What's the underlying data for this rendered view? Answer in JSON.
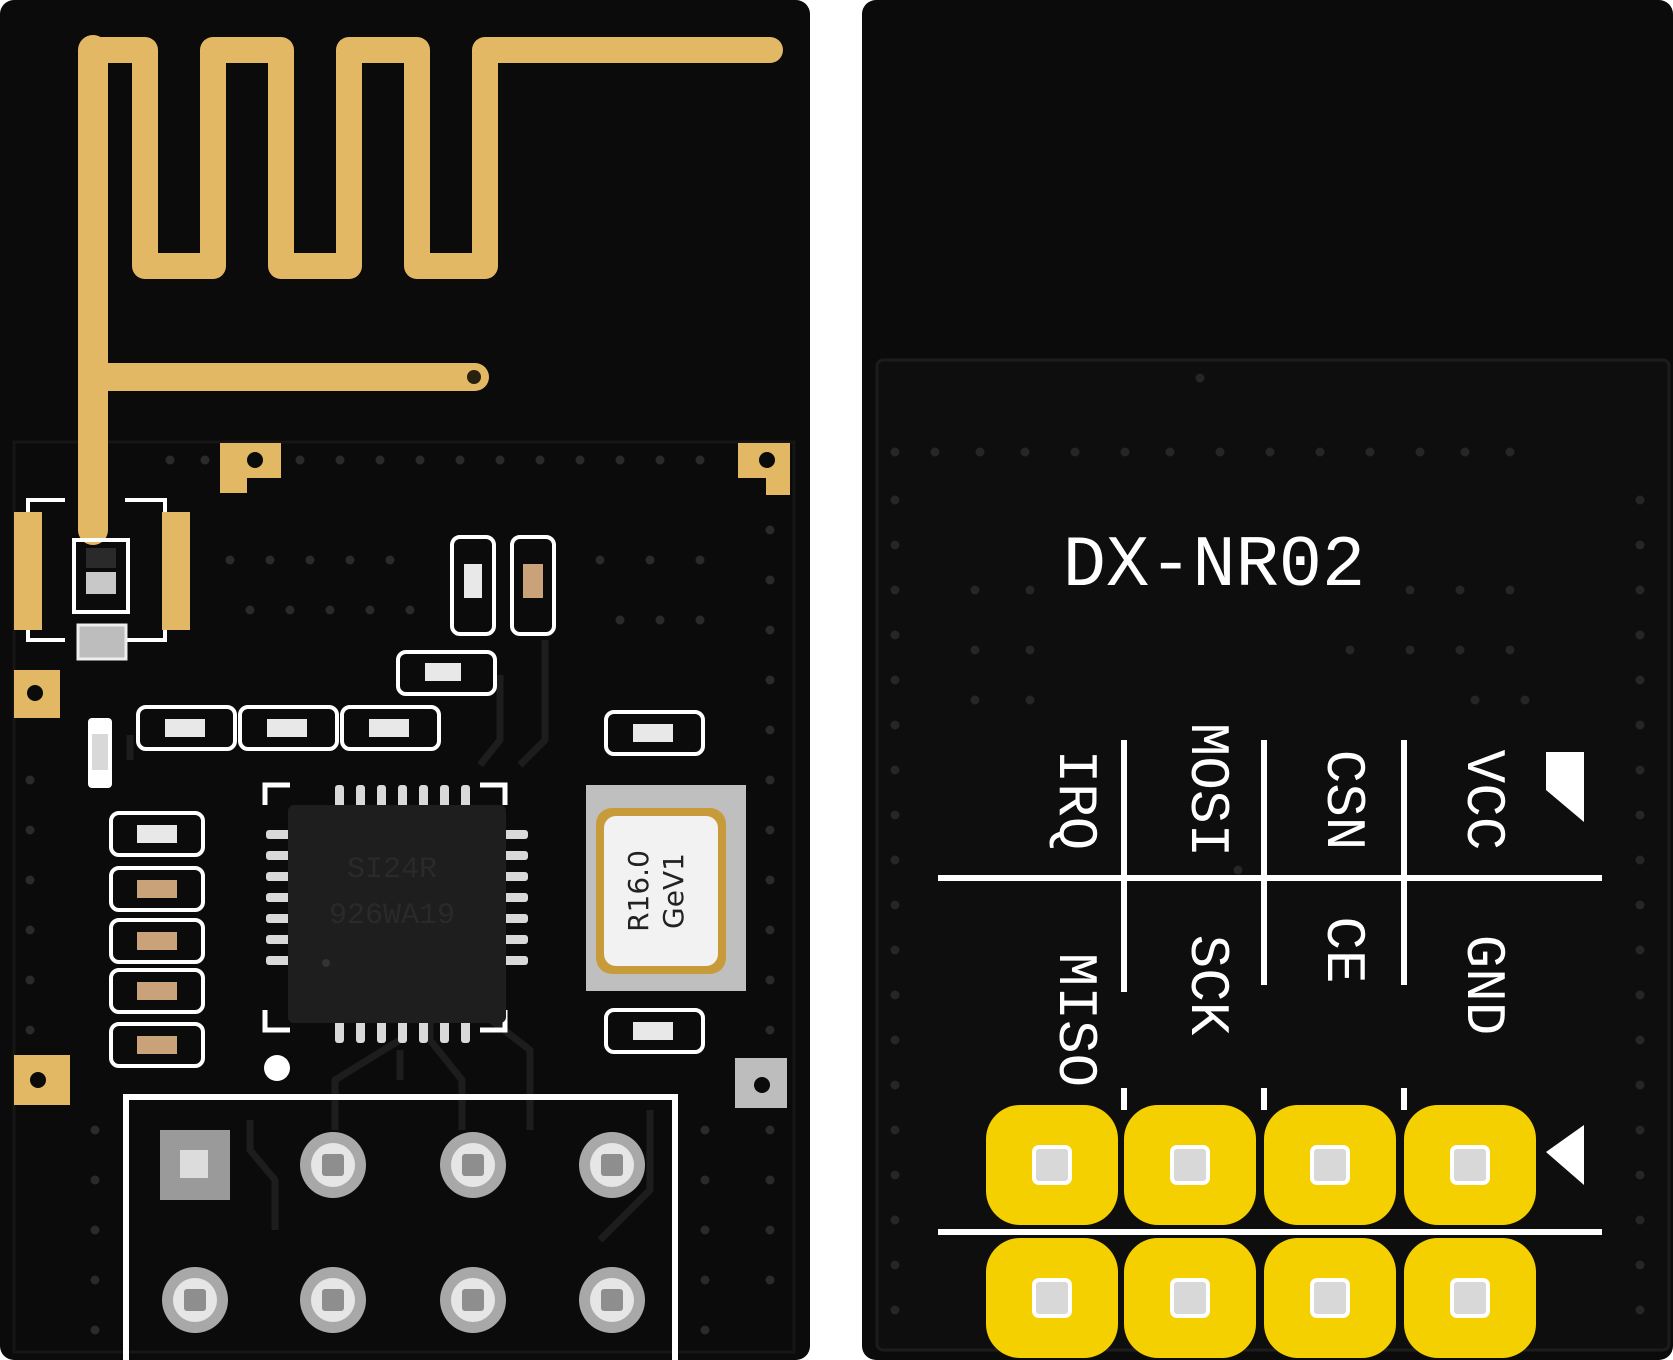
{
  "board_front": {
    "chip_marking_line1": "SI24R",
    "chip_marking_line2": "926WA19",
    "crystal_marking_line1": "R16.0",
    "crystal_marking_line2": "GeV1"
  },
  "board_back": {
    "model_label": "DX-NR02",
    "pin_labels_top": [
      "IRQ",
      "MOSI",
      "CSN",
      "VCC"
    ],
    "pin_labels_bottom": [
      "MISO",
      "SCK",
      "CE",
      "GND"
    ]
  },
  "colors": {
    "pcb": "#0b0b0b",
    "antenna_gold": "#e2b864",
    "pad_yellow": "#f5d000",
    "silkscreen": "#ffffff"
  }
}
